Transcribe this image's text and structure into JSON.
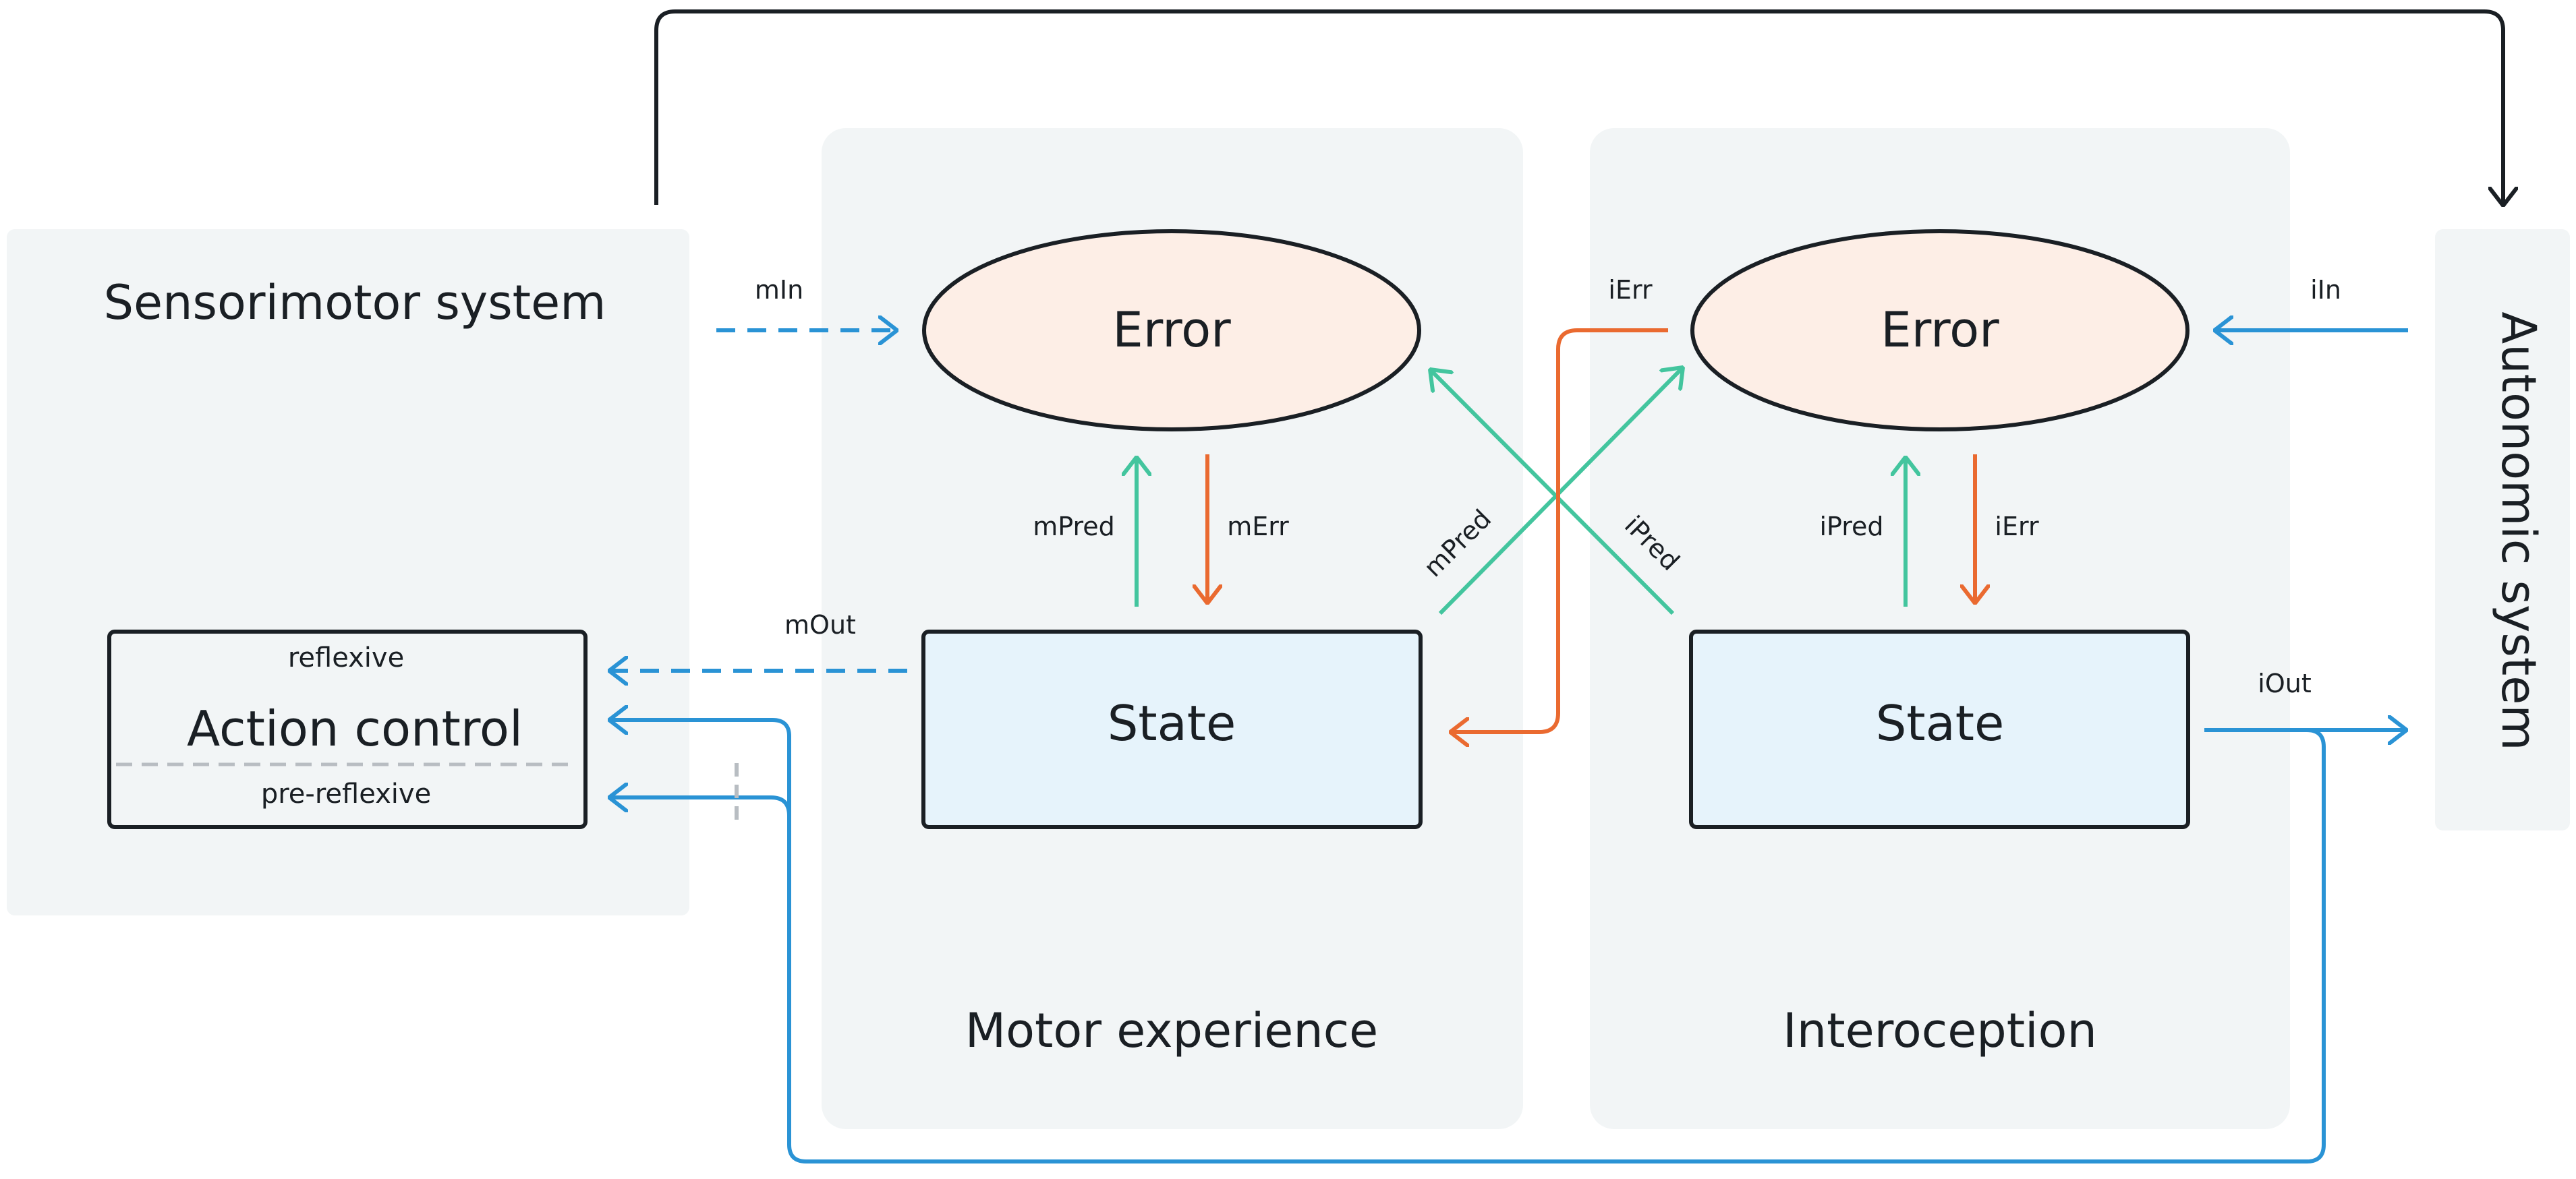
{
  "colors": {
    "panel": "#f2f5f6",
    "error_fill": "#fdeee6",
    "state_fill": "#e6f3fb",
    "blue": "#2a93d5",
    "orange": "#ea6a30",
    "green": "#43c59e",
    "black": "#1a1f24",
    "divider": "#b8bdc2"
  },
  "panels": {
    "sensorimotor": "Sensorimotor system",
    "motor": "Motor experience",
    "interoception": "Interoception",
    "autonomic": "Autonomic system"
  },
  "action_control": {
    "title": "Action control",
    "top_label": "reflexive",
    "bottom_label": "pre-reflexive"
  },
  "nodes": {
    "motor_error": "Error",
    "motor_state": "State",
    "intero_error": "Error",
    "intero_state": "State"
  },
  "edges": {
    "mIn": "mIn",
    "mPred_up": "mPred",
    "mErr_down": "mErr",
    "mOut": "mOut",
    "mPred_cross": "mPred",
    "iPred_cross": "iPred",
    "iErr_cross": "iErr",
    "iIn": "iIn",
    "iPred_up": "iPred",
    "iErr_down": "iErr",
    "iOut": "iOut"
  }
}
